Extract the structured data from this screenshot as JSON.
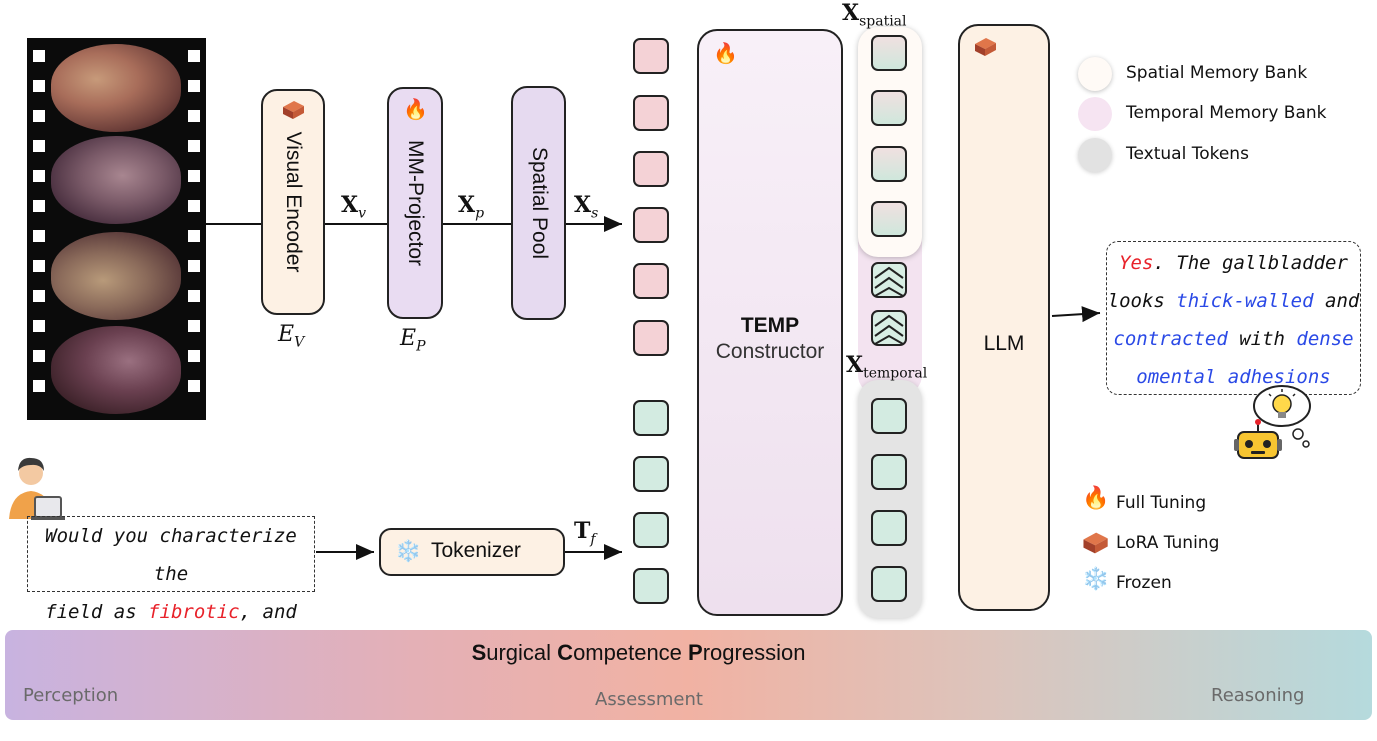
{
  "modules": {
    "visual_encoder": "Visual Encoder",
    "visual_encoder_symbol": "E",
    "visual_encoder_sub": "V",
    "mm_projector": "MM-Projector",
    "mm_projector_symbol": "E",
    "mm_projector_sub": "P",
    "spatial_pool": "Spatial Pool",
    "temp_title": "TEMP",
    "temp_subtitle": "Constructor",
    "tokenizer": "Tokenizer",
    "llm": "LLM"
  },
  "variables": {
    "xv": "X",
    "xv_sub": "v",
    "xp": "X",
    "xp_sub": "p",
    "xs": "X",
    "xs_sub": "s",
    "tf": "T",
    "tf_sub": "f",
    "xspatial": "X",
    "xspatial_sub": "spatial",
    "xtemporal": "X",
    "xtemporal_sub": "temporal"
  },
  "question": {
    "line1": "Would you characterize the",
    "line2_a": "field as ",
    "line2_b": "fibrotic",
    "line2_c": ", and why?"
  },
  "answer": {
    "l1_a": "Yes",
    "l1_b": ". The gallbladder",
    "l2_a": "looks ",
    "l2_b": "thick-walled",
    "l2_c": " and",
    "l3_a": "contracted",
    "l3_b": " with ",
    "l3_c": "dense",
    "l4": "omental adhesions"
  },
  "legend_memory": {
    "spatial": "Spatial Memory Bank",
    "temporal": "Temporal Memory Bank",
    "textual": "Textual Tokens"
  },
  "legend_tuning": {
    "full": "Full Tuning",
    "lora": "LoRA Tuning",
    "frozen": "Frozen"
  },
  "progression": {
    "title_s": "S",
    "title_1": "urgical ",
    "title_c": "C",
    "title_2": "ompetence ",
    "title_p": "P",
    "title_3": "rogression",
    "perception": "Perception",
    "assessment": "Assessment",
    "reasoning": "Reasoning"
  },
  "colors": {
    "spatial_token": "#f4d2d6",
    "textual_token": "#d3ebe1",
    "module_encoder": "#fdf1e4",
    "module_projector": "#e9dcf2",
    "highlight_red": "#e8222a",
    "highlight_blue": "#2a49e6"
  }
}
